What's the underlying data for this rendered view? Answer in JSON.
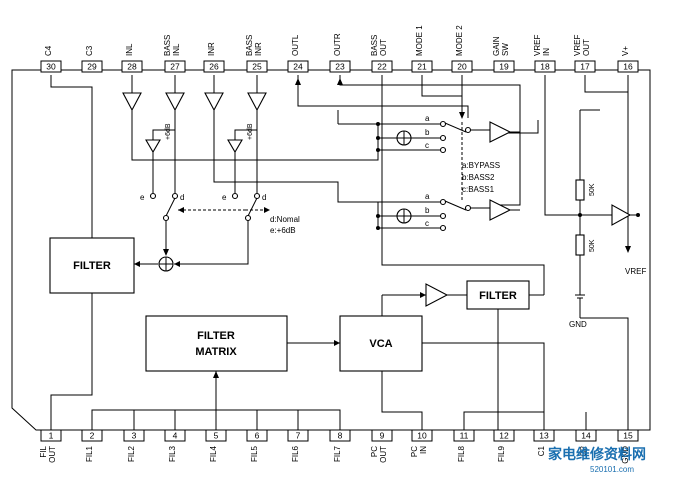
{
  "top_pins": [
    {
      "num": "30",
      "label": "C4"
    },
    {
      "num": "29",
      "label": "C3"
    },
    {
      "num": "28",
      "label": "INL"
    },
    {
      "num": "27",
      "label": "BASS\nINL"
    },
    {
      "num": "26",
      "label": "INR"
    },
    {
      "num": "25",
      "label": "BASS\nINR"
    },
    {
      "num": "24",
      "label": "OUTL"
    },
    {
      "num": "23",
      "label": "OUTR"
    },
    {
      "num": "22",
      "label": "BASS\nOUT"
    },
    {
      "num": "21",
      "label": "MODE 1"
    },
    {
      "num": "20",
      "label": "MODE 2"
    },
    {
      "num": "19",
      "label": "GAIN\nSW"
    },
    {
      "num": "18",
      "label": "VREF\nIN"
    },
    {
      "num": "17",
      "label": "VREF\nOUT"
    },
    {
      "num": "16",
      "label": "V+"
    }
  ],
  "bottom_pins": [
    {
      "num": "1",
      "label": "FIL\nOUT"
    },
    {
      "num": "2",
      "label": "FIL1"
    },
    {
      "num": "3",
      "label": "FIL2"
    },
    {
      "num": "4",
      "label": "FIL3"
    },
    {
      "num": "5",
      "label": "FIL4"
    },
    {
      "num": "6",
      "label": "FIL5"
    },
    {
      "num": "7",
      "label": "FIL6"
    },
    {
      "num": "8",
      "label": "FIL7"
    },
    {
      "num": "9",
      "label": "PC\nOUT"
    },
    {
      "num": "10",
      "label": "PC\nIN"
    },
    {
      "num": "11",
      "label": "FIL8"
    },
    {
      "num": "12",
      "label": "FIL9"
    },
    {
      "num": "13",
      "label": "C1"
    },
    {
      "num": "14",
      "label": "C2"
    },
    {
      "num": "15",
      "label": "GND"
    }
  ],
  "blocks": {
    "filter_left": "FILTER",
    "filter_matrix_1": "FILTER",
    "filter_matrix_2": "MATRIX",
    "vca": "VCA",
    "filter_right": "FILTER"
  },
  "labels": {
    "six_db_1": "+6dB",
    "six_db_2": "+6dB",
    "sw_e1": "e",
    "sw_d1": "d",
    "sw_e2": "e",
    "sw_d2": "d",
    "sw_a1": "a",
    "sw_b1": "b",
    "sw_c1": "c",
    "sw_a2": "a",
    "sw_b2": "b",
    "sw_c2": "c",
    "mode_a": "a:BYPASS",
    "mode_b": "b:BASS2",
    "mode_c": "c:BASS1",
    "de_d": "d:Nomal",
    "de_e": "e:+6dB",
    "r1": "50K",
    "r2": "50K",
    "vref": "VREF",
    "gnd": "GND"
  },
  "watermark": {
    "text": "家电维修资料网",
    "url": "520101.com"
  }
}
